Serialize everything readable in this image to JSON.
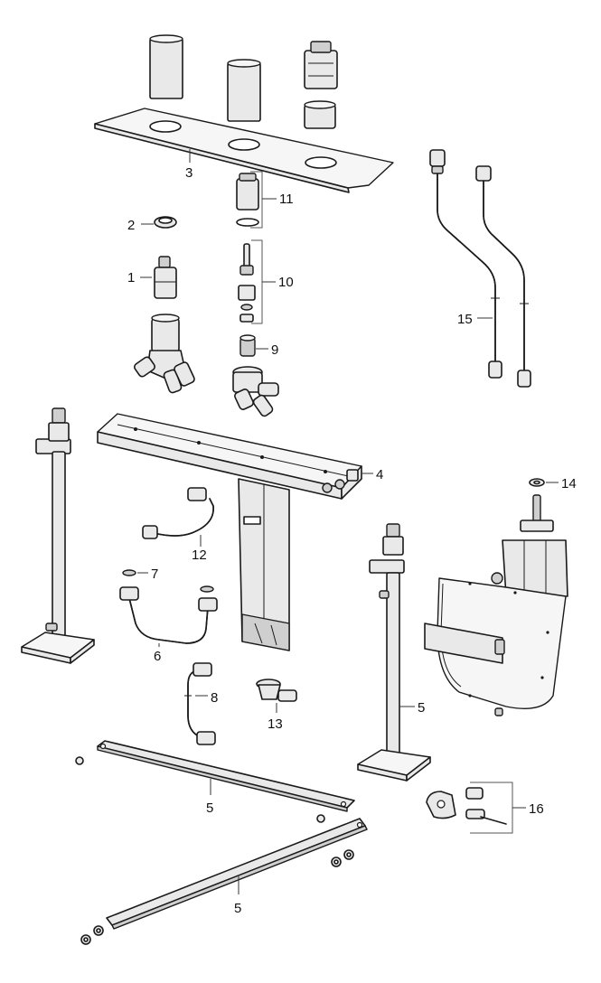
{
  "labels": {
    "p1": "1",
    "p2": "2",
    "p3": "3",
    "p4": "4",
    "p5a": "5",
    "p5b": "5",
    "p5c": "5",
    "p6": "6",
    "p7": "7",
    "p8": "8",
    "p9": "9",
    "p10": "10",
    "p11": "11",
    "p12": "12",
    "p13": "13",
    "p14": "14",
    "p15": "15",
    "p16": "16"
  },
  "colors": {
    "line": "#1a1a1a",
    "fill": "#e9e9e9",
    "background": "#ffffff"
  }
}
